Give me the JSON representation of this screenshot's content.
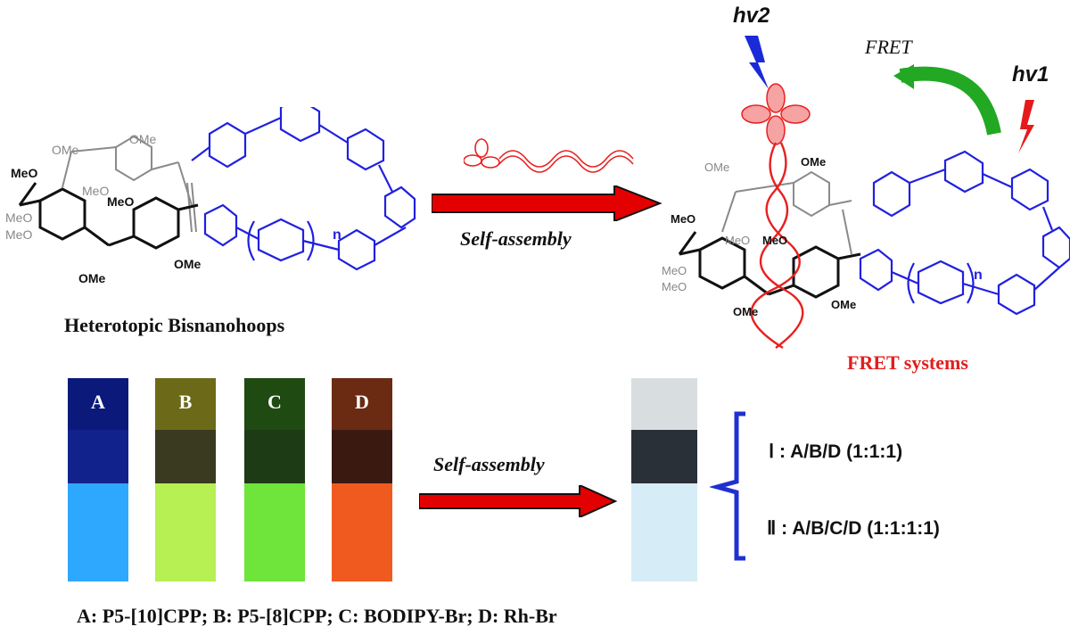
{
  "labels": {
    "bisnanohoops": "Heterotopic Bisnanohoops",
    "self_assembly_top": "Self-assembly",
    "self_assembly_bottom": "Self-assembly",
    "fret": "FRET",
    "hv2": "hv2",
    "hv1": "hv1",
    "fret_systems": "FRET systems",
    "combo_1": "Ⅰ : A/B/D (1:1:1)",
    "combo_2": "Ⅱ : A/B/C/D (1:1:1:1)",
    "legend": "A: P5-[10]CPP; B: P5-[8]CPP; C: BODIPY-Br; D: Rh-Br",
    "n_left": "n",
    "n_right": "n"
  },
  "methoxy_left": [
    "OMe",
    "OMe",
    "MeO",
    "MeO",
    "MeO",
    "MeO",
    "MeO",
    "OMe",
    "OMe"
  ],
  "methoxy_right": [
    "OMe",
    "OMe",
    "MeO",
    "MeO",
    "MeO",
    "MeO",
    "MeO",
    "OMe",
    "OMe"
  ],
  "vials": [
    {
      "letter": "A",
      "cap": "#0b1a7a",
      "neck": "#12228c",
      "solution": "#2ea8ff"
    },
    {
      "letter": "B",
      "cap": "#6c6a18",
      "neck": "#3a3a20",
      "solution": "#b6f052"
    },
    {
      "letter": "C",
      "cap": "#1f4a12",
      "neck": "#1d3b14",
      "solution": "#6fe43a"
    },
    {
      "letter": "D",
      "cap": "#6b2a12",
      "neck": "#3a1a10",
      "solution": "#f05a1e"
    }
  ],
  "mixed_vial": {
    "cap": "#d8dde0",
    "neck": "#2a3038",
    "solution": "#d6ecf6"
  },
  "colors": {
    "arrow": "#e30000",
    "donor_ring": "#2020e0",
    "pillar_black": "#111111",
    "pillar_grey": "#8a8a8a",
    "fret_arrow": "#22a822",
    "dye_red": "#e82020",
    "lightning_blue": "#1a2ad8",
    "lightning_red": "#e51a1a",
    "bracket": "#2030d0"
  }
}
